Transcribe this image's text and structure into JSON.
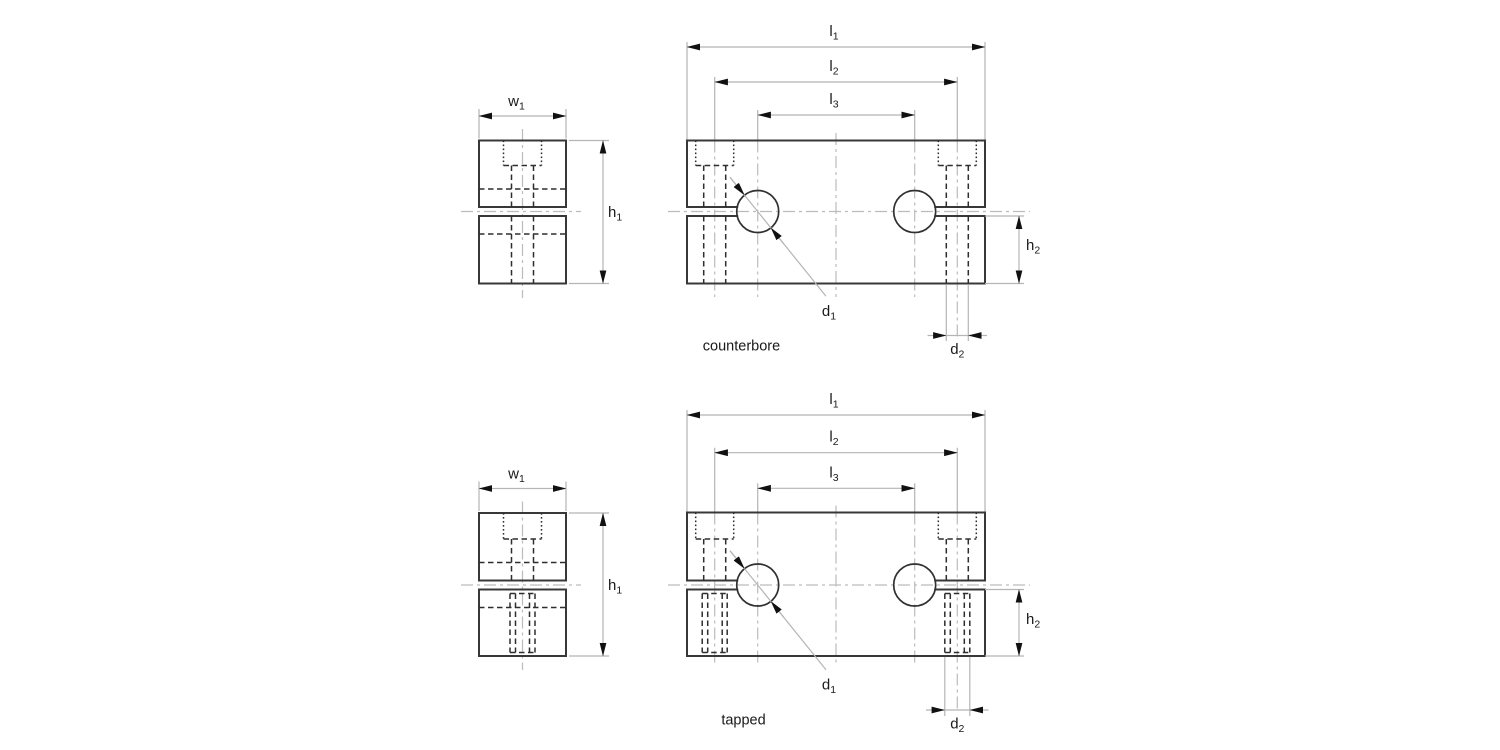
{
  "drawing": {
    "background_color": "#ffffff",
    "line_colors": {
      "object_lines": "#383838",
      "hidden_lines": "#2e2e2e",
      "dimension_lines": "#b5b5b5",
      "arrowheads": "#111111",
      "text": "#1a1a1a"
    },
    "variants": [
      {
        "caption": "counterbore",
        "dims": {
          "w1": {
            "base": "w",
            "sub": "1"
          },
          "h1": {
            "base": "h",
            "sub": "1"
          },
          "l1": {
            "base": "l",
            "sub": "1"
          },
          "l2": {
            "base": "l",
            "sub": "2"
          },
          "l3": {
            "base": "l",
            "sub": "3"
          },
          "h2": {
            "base": "h",
            "sub": "2"
          },
          "d1": {
            "base": "d",
            "sub": "1"
          },
          "d2": {
            "base": "d",
            "sub": "2"
          }
        }
      },
      {
        "caption": "tapped",
        "dims": {
          "w1": {
            "base": "w",
            "sub": "1"
          },
          "h1": {
            "base": "h",
            "sub": "1"
          },
          "l1": {
            "base": "l",
            "sub": "1"
          },
          "l2": {
            "base": "l",
            "sub": "2"
          },
          "l3": {
            "base": "l",
            "sub": "3"
          },
          "h2": {
            "base": "h",
            "sub": "2"
          },
          "d1": {
            "base": "d",
            "sub": "1"
          },
          "d2": {
            "base": "d",
            "sub": "2"
          }
        }
      }
    ]
  }
}
